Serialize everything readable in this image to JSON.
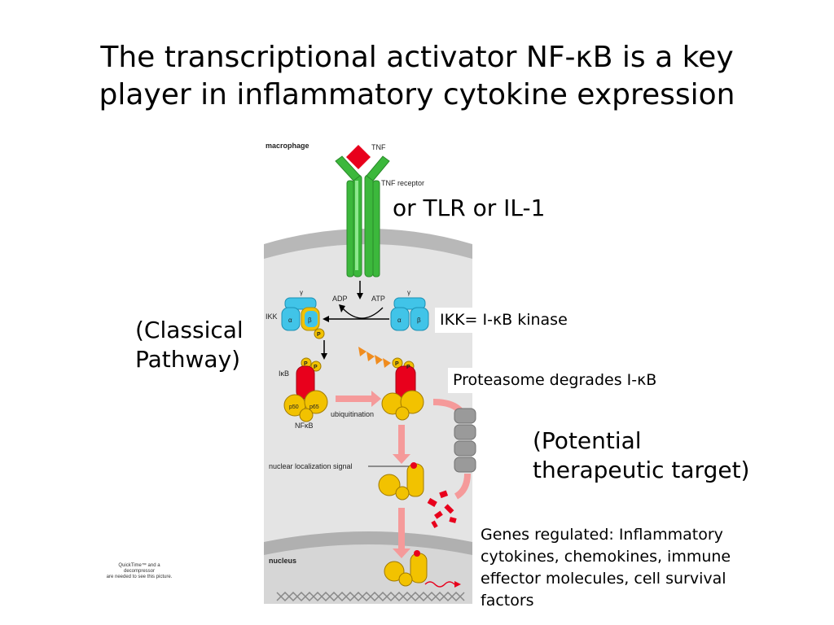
{
  "title": {
    "line1": "The transcriptional activator NF-κB is a key",
    "line2": "player in inflammatory cytokine expression"
  },
  "annotations": {
    "receptor_alt": "or TLR or IL-1",
    "classical_line1": "(Classical",
    "classical_line2": "Pathway)",
    "ikk_def": "IKK= I-κB kinase",
    "proteasome": "Proteasome degrades I-κB",
    "potential_line1": "(Potential",
    "potential_line2": "therapeutic target)",
    "genes": "Genes regulated: Inflammatory cytokines, chemokines, immune effector molecules, cell survival factors"
  },
  "diagram": {
    "macrophage": "macrophage",
    "tnf": "TNF",
    "tnf_receptor": "TNF receptor",
    "adp": "ADP",
    "atp": "ATP",
    "ikk": "IKK",
    "gamma": "γ",
    "alpha": "α",
    "beta": "β",
    "phospho": "P",
    "ikb": "IκB",
    "p50": "p50",
    "p65": "p65",
    "nfkb": "NFκB",
    "ubiquitination": "ubiquitination",
    "nls": "nuclear localization signal",
    "nucleus": "nucleus"
  },
  "quicktime": {
    "line1": "QuickTime™ and a",
    "line2": "decompressor",
    "line3": "are needed to see this picture."
  },
  "colors": {
    "membrane": "#b8b8b8",
    "cytoplasm": "#e4e4e4",
    "receptor": "#3cb83c",
    "tnf": "#e8001c",
    "ikk": "#41c4e8",
    "ikb": "#e8001c",
    "nfkb": "#f2c200",
    "arrow": "#f59a9a",
    "ubiquitin": "#f08c1e",
    "proteasome": "#9a9a9a",
    "dna": "#888888"
  }
}
